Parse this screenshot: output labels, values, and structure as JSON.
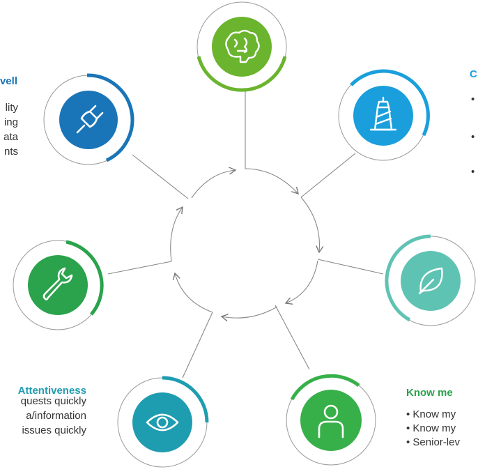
{
  "colors": {
    "plug": "#1a75b8",
    "brain": "#6ab42e",
    "lighthouse": "#1a9fdc",
    "leaf": "#5fc3b3",
    "wrench": "#2ba24c",
    "eye": "#1f9db0",
    "person": "#38b04a",
    "heading_green": "#2ba24c",
    "heading_teal": "#1f9db0",
    "heading_blue": "#1a75b8",
    "heading_sky": "#1a9fdc",
    "text": "#333333"
  },
  "nodes": [
    {
      "icon": "plug-icon",
      "color": "#1a75b8"
    },
    {
      "icon": "brain-icon",
      "color": "#6ab42e"
    },
    {
      "icon": "lighthouse-icon",
      "color": "#1a9fdc"
    },
    {
      "icon": "leaf-icon",
      "color": "#5fc3b3"
    },
    {
      "icon": "wrench-icon",
      "color": "#2ba24c"
    },
    {
      "icon": "eye-icon",
      "color": "#1f9db0"
    },
    {
      "icon": "person-icon",
      "color": "#38b04a"
    }
  ],
  "blocks": {
    "top_left": {
      "heading": "vell",
      "lines": [
        "lity",
        "ing",
        "ata",
        "nts"
      ]
    },
    "top_right": {
      "heading": "C",
      "bullets": [
        "•",
        "•",
        "•"
      ]
    },
    "bottom_left": {
      "heading": "Attentiveness",
      "lines": [
        "quests quickly",
        "a/information",
        "issues quickly"
      ]
    },
    "bottom_right": {
      "heading": "Know me",
      "lines": [
        "• Know my",
        "• Know my",
        "• Senior-lev"
      ]
    }
  }
}
